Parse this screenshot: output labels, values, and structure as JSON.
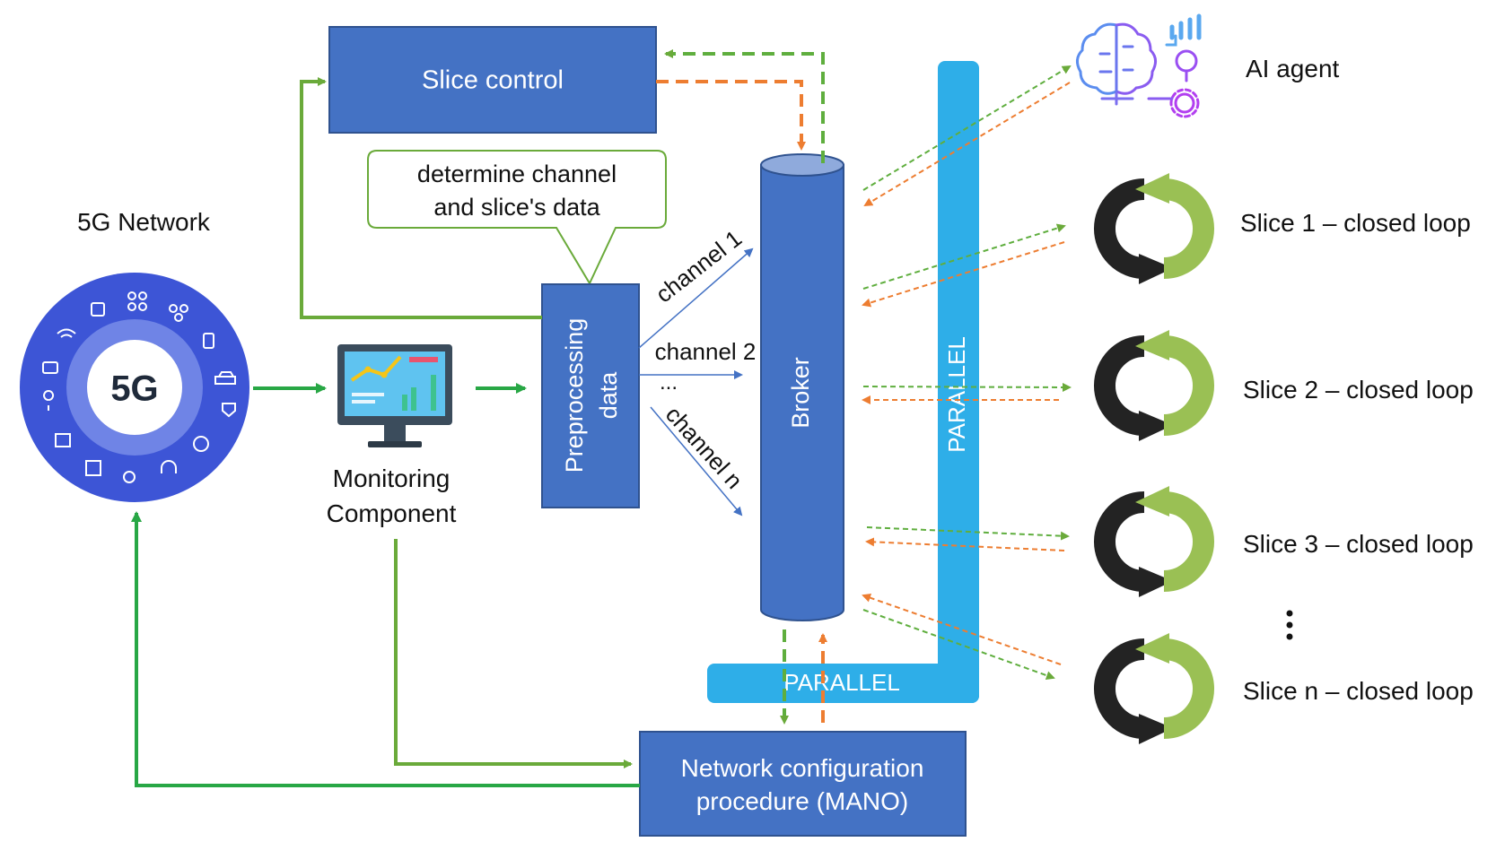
{
  "network": {
    "label": "5G Network",
    "badge": "5G",
    "ring_color": "#3d55d6",
    "inner_color": "#6f84e6"
  },
  "monitoring": {
    "line1": "Monitoring",
    "line2": "Component"
  },
  "slice_control": {
    "label": "Slice control"
  },
  "callout": {
    "line1": "determine channel",
    "line2": "and slice's data"
  },
  "preprocessing": {
    "line1": "Preprocessing",
    "line2": "data"
  },
  "channels": [
    {
      "label": "channel 1"
    },
    {
      "label": "channel 2"
    },
    {
      "label": "..."
    },
    {
      "label": "channel n"
    }
  ],
  "broker": {
    "label": "Broker"
  },
  "parallel": {
    "vertical": "PARALLEL",
    "horizontal": "PARALLEL"
  },
  "mano": {
    "line1": "Network configuration",
    "line2": "procedure (MANO)"
  },
  "ai_agent": {
    "label": "AI agent"
  },
  "slices": [
    {
      "label": "Slice 1 – closed loop"
    },
    {
      "label": "Slice 2 – closed loop"
    },
    {
      "label": "Slice 3 – closed loop"
    },
    {
      "label": "Slice n – closed loop"
    }
  ],
  "colors": {
    "box_blue": "#4472c4",
    "parallel_blue": "#2eaee8",
    "green": "#6aaa3a",
    "dashed_green": "#5fae3e",
    "dashed_orange": "#ed7d31"
  }
}
